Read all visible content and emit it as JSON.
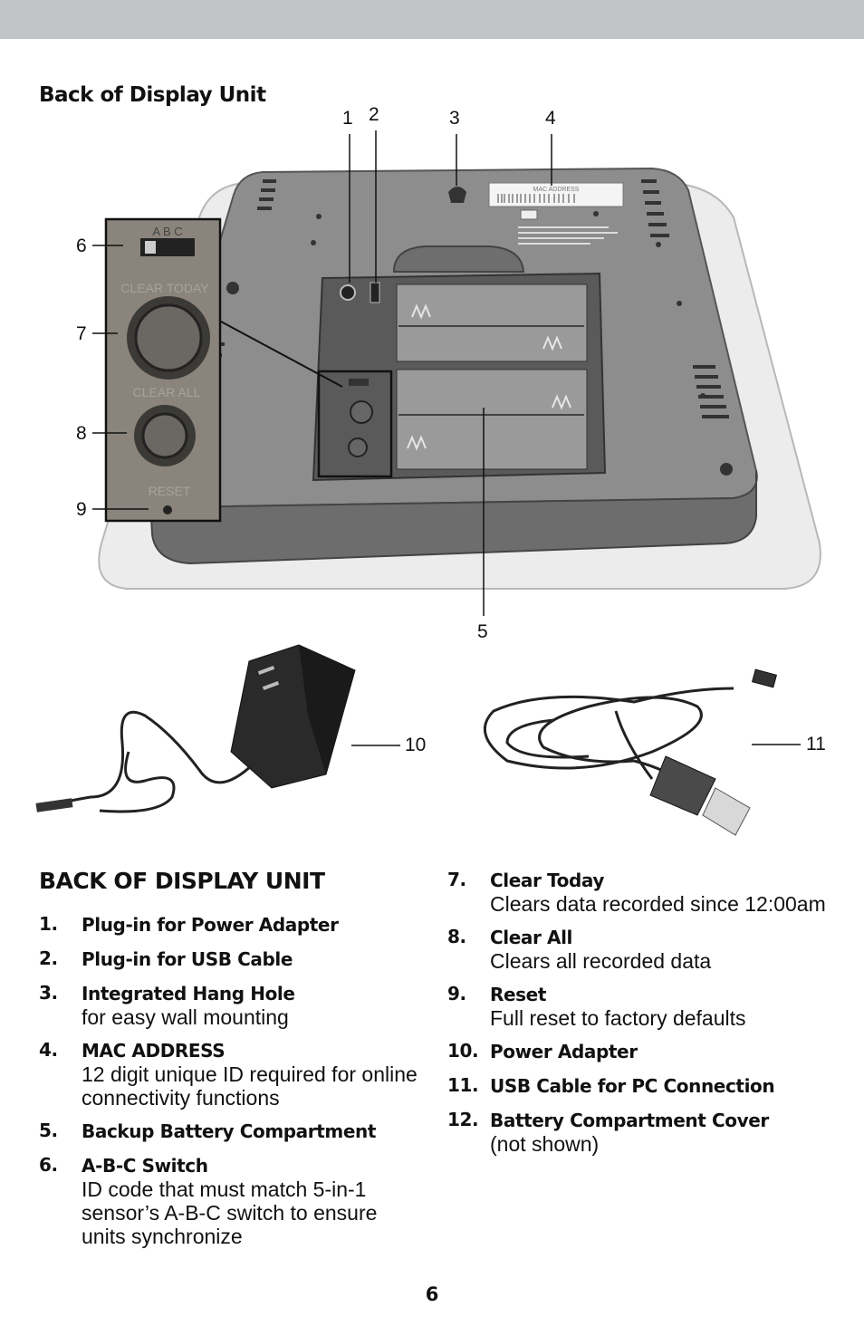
{
  "figure": {
    "title": "Back of Display Unit",
    "callouts": [
      "1",
      "2",
      "3",
      "4",
      "5",
      "6",
      "7",
      "8",
      "9",
      "10",
      "11"
    ],
    "inset": {
      "switch_letters": "A B C",
      "clear_today_label": "CLEAR TODAY",
      "clear_all_label": "CLEAR ALL",
      "reset_label": "RESET"
    },
    "label_sticker": "MAC ADDRESS"
  },
  "section": {
    "title": "BACK OF DISPLAY UNIT",
    "items_left": [
      {
        "num": "1.",
        "title": "Plug-in for Power Adapter",
        "desc": ""
      },
      {
        "num": "2.",
        "title": "Plug-in for USB Cable",
        "desc": ""
      },
      {
        "num": "3.",
        "title": "Integrated Hang Hole",
        "desc": "for easy wall mounting"
      },
      {
        "num": "4.",
        "title": "MAC ADDRESS",
        "desc": "12 digit unique ID required for online connectivity functions"
      },
      {
        "num": "5.",
        "title": "Backup Battery Compartment",
        "desc": ""
      },
      {
        "num": "6.",
        "title": "A-B-C Switch",
        "desc": "ID code that must match 5-in-1 sensor’s A-B-C switch to ensure units synchronize"
      }
    ],
    "items_right": [
      {
        "num": "7.",
        "title": "Clear Today",
        "desc": "Clears data recorded since 12:00am"
      },
      {
        "num": "8.",
        "title": "Clear All",
        "desc": "Clears all recorded data"
      },
      {
        "num": "9.",
        "title": "Reset",
        "desc": "Full reset to factory defaults"
      },
      {
        "num": "10.",
        "title": "Power Adapter",
        "desc": ""
      },
      {
        "num": "11.",
        "title": "USB Cable for PC Connection",
        "desc": ""
      },
      {
        "num": "12.",
        "title": "Battery Compartment Cover",
        "desc": "(not shown)"
      }
    ]
  },
  "page_number": "6"
}
